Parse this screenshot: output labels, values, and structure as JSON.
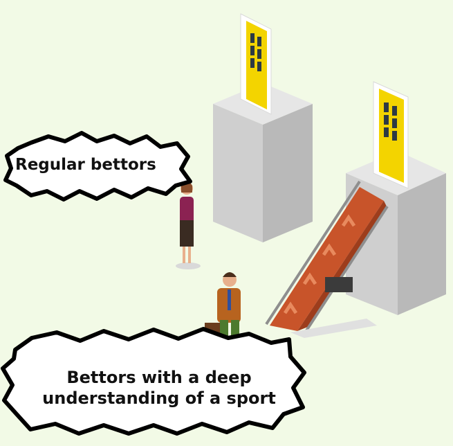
{
  "labels": {
    "regular": "Regular bettors",
    "deep_line1": "Bettors with a deep",
    "deep_line2": "understanding of a sport"
  },
  "colors": {
    "background": "#f2fae6",
    "pedestal": "#c9c9c9",
    "door": "#f3d400",
    "escalator": "#c8542a"
  }
}
